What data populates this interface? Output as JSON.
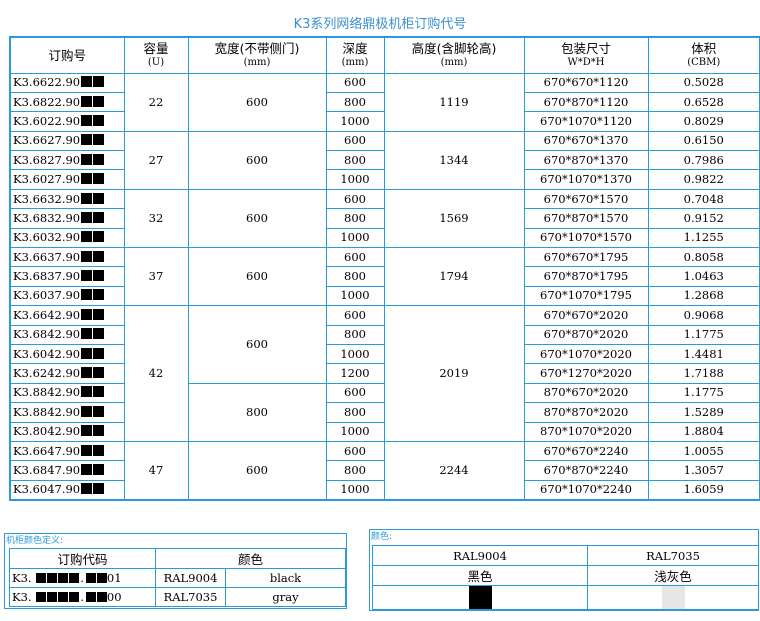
{
  "title": "K3系列网络鼎极机柜订购代号",
  "headers": {
    "order": "订购号",
    "capacity": "容量",
    "capacity_unit": "(U)",
    "width": "宽度(不带侧门)",
    "width_unit": "(mm)",
    "depth": "深度",
    "depth_unit": "(mm)",
    "height": "高度(含脚轮高)",
    "height_unit": "(mm)",
    "pack": "包装尺寸",
    "pack_unit": "W*D*H",
    "volume": "体积",
    "volume_unit": "(CBM)"
  },
  "groups": [
    {
      "capacity": "22",
      "height": "1119",
      "widths": [
        {
          "width": "600",
          "span": 3
        }
      ],
      "rows": [
        {
          "order": "K3.6622.90",
          "depth": "600",
          "pack": "670*670*1120",
          "volume": "0.5028"
        },
        {
          "order": "K3.6822.90",
          "depth": "800",
          "pack": "670*870*1120",
          "volume": "0.6528"
        },
        {
          "order": "K3.6022.90",
          "depth": "1000",
          "pack": "670*1070*1120",
          "volume": "0.8029"
        }
      ]
    },
    {
      "capacity": "27",
      "height": "1344",
      "widths": [
        {
          "width": "600",
          "span": 3
        }
      ],
      "rows": [
        {
          "order": "K3.6627.90",
          "depth": "600",
          "pack": "670*670*1370",
          "volume": "0.6150"
        },
        {
          "order": "K3.6827.90",
          "depth": "800",
          "pack": "670*870*1370",
          "volume": "0.7986"
        },
        {
          "order": "K3.6027.90",
          "depth": "1000",
          "pack": "670*1070*1370",
          "volume": "0.9822"
        }
      ]
    },
    {
      "capacity": "32",
      "height": "1569",
      "widths": [
        {
          "width": "600",
          "span": 3
        }
      ],
      "rows": [
        {
          "order": "K3.6632.90",
          "depth": "600",
          "pack": "670*670*1570",
          "volume": "0.7048"
        },
        {
          "order": "K3.6832.90",
          "depth": "800",
          "pack": "670*870*1570",
          "volume": "0.9152"
        },
        {
          "order": "K3.6032.90",
          "depth": "1000",
          "pack": "670*1070*1570",
          "volume": "1.1255"
        }
      ]
    },
    {
      "capacity": "37",
      "height": "1794",
      "widths": [
        {
          "width": "600",
          "span": 3
        }
      ],
      "rows": [
        {
          "order": "K3.6637.90",
          "depth": "600",
          "pack": "670*670*1795",
          "volume": "0.8058"
        },
        {
          "order": "K3.6837.90",
          "depth": "800",
          "pack": "670*870*1795",
          "volume": "1.0463"
        },
        {
          "order": "K3.6037.90",
          "depth": "1000",
          "pack": "670*1070*1795",
          "volume": "1.2868"
        }
      ]
    },
    {
      "capacity": "42",
      "height": "2019",
      "widths": [
        {
          "width": "600",
          "span": 4
        },
        {
          "width": "800",
          "span": 3
        }
      ],
      "rows": [
        {
          "order": "K3.6642.90",
          "depth": "600",
          "pack": "670*670*2020",
          "volume": "0.9068"
        },
        {
          "order": "K3.6842.90",
          "depth": "800",
          "pack": "670*870*2020",
          "volume": "1.1775"
        },
        {
          "order": "K3.6042.90",
          "depth": "1000",
          "pack": "670*1070*2020",
          "volume": "1.4481"
        },
        {
          "order": "K3.6242.90",
          "depth": "1200",
          "pack": "670*1270*2020",
          "volume": "1.7188"
        },
        {
          "order": "K3.8842.90",
          "depth": "600",
          "pack": "870*670*2020",
          "volume": "1.1775"
        },
        {
          "order": "K3.8842.90",
          "depth": "800",
          "pack": "870*870*2020",
          "volume": "1.5289"
        },
        {
          "order": "K3.8042.90",
          "depth": "1000",
          "pack": "870*1070*2020",
          "volume": "1.8804"
        }
      ]
    },
    {
      "capacity": "47",
      "height": "2244",
      "widths": [
        {
          "width": "600",
          "span": 3
        }
      ],
      "rows": [
        {
          "order": "K3.6647.90",
          "depth": "600",
          "pack": "670*670*2240",
          "volume": "1.0055"
        },
        {
          "order": "K3.6847.90",
          "depth": "800",
          "pack": "670*870*2240",
          "volume": "1.3057"
        },
        {
          "order": "K3.6047.90",
          "depth": "1000",
          "pack": "670*1070*2240",
          "volume": "1.6059"
        }
      ]
    }
  ],
  "color_def": {
    "caption": "机柜颜色定义:",
    "col_code": "订购代码",
    "col_color": "颜色",
    "rows": [
      {
        "prefix": "K3.",
        "suffix": "01",
        "ral": "RAL9004",
        "name": "black"
      },
      {
        "prefix": "K3.",
        "suffix": "00",
        "ral": "RAL7035",
        "name": "gray"
      }
    ]
  },
  "color_box": {
    "caption": "颜色:",
    "items": [
      {
        "ral": "RAL9004",
        "name": "黑色",
        "swatch": "#000000"
      },
      {
        "ral": "RAL7035",
        "name": "浅灰色",
        "swatch": "#e6e6e6"
      }
    ]
  },
  "colors": {
    "border": "#2b9ad8",
    "title": "#3a8fd0"
  }
}
